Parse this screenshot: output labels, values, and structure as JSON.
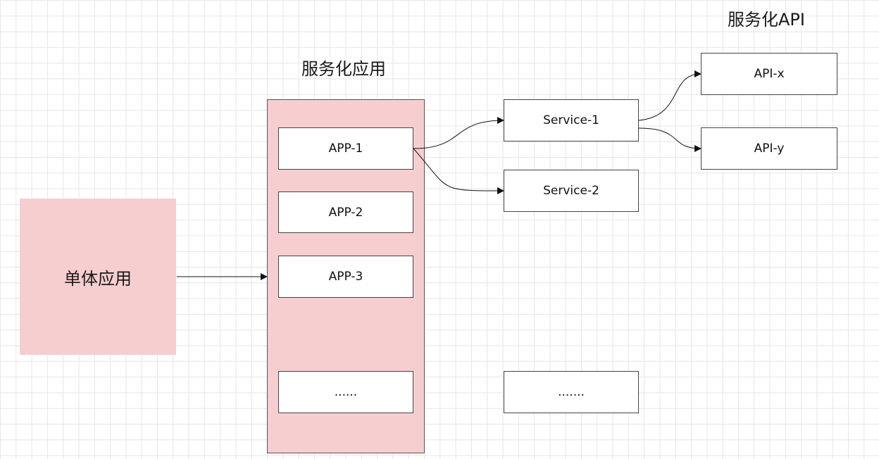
{
  "titles": {
    "service_apps": "服务化应用",
    "service_api": "服务化API"
  },
  "monolith": {
    "label": "单体应用",
    "color": "#f6ced0"
  },
  "apps": [
    "APP-1",
    "APP-2",
    "APP-3",
    "......"
  ],
  "services": [
    "Service-1",
    "Service-2",
    "......."
  ],
  "apis": [
    "API-x",
    "API-y"
  ]
}
